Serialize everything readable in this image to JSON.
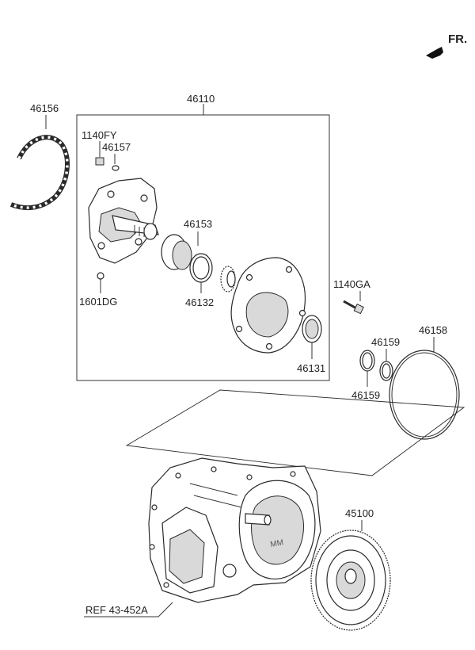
{
  "direction_label": "FR.",
  "part_labels": {
    "p46110": "46110",
    "p46156": "46156",
    "p1140FY": "1140FY",
    "p46157": "46157",
    "p46153": "46153",
    "p46132": "46132",
    "p1601DG": "1601DG",
    "p46131": "46131",
    "p1140GA": "1140GA",
    "p46159a": "46159",
    "p46159b": "46159",
    "p46158": "46158",
    "p45100": "45100"
  },
  "reference_label": "REF 43-452A",
  "icons": {
    "direction": "arrow-icon"
  },
  "colors": {
    "line": "#333333",
    "shade": "#d9d9d9"
  }
}
